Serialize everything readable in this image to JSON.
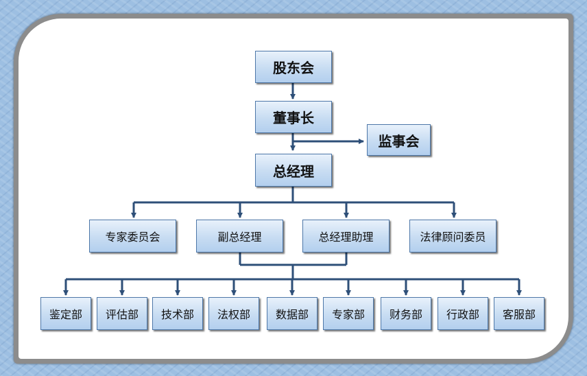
{
  "org_chart": {
    "top": "股东会",
    "chairman": "董事长",
    "supervisory_board": "监事会",
    "general_manager": "总经理",
    "level2": [
      "专家委员会",
      "副总经理",
      "总经理助理",
      "法律顾问委员"
    ],
    "departments": [
      "鉴定部",
      "评估部",
      "技术部",
      "法权部",
      "数据部",
      "专家部",
      "财务部",
      "行政部",
      "客服部"
    ]
  },
  "colors": {
    "line": "#2e4f78",
    "box_border": "#4d77a8",
    "background": "#9dbfe2",
    "frame": "#8c8c8c"
  }
}
